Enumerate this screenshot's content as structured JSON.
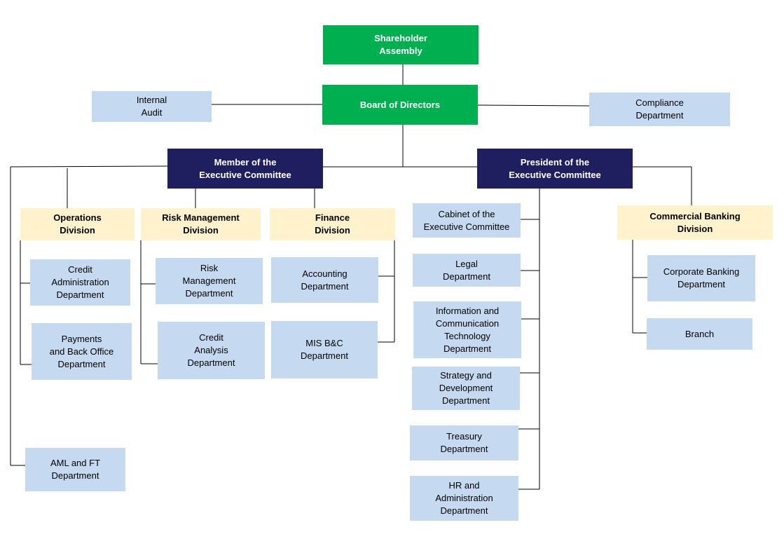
{
  "nodes": {
    "shareholder_assembly": "Shareholder\nAssembly",
    "board_of_directors": "Board of Directors",
    "internal_audit": "Internal\nAudit",
    "compliance_department": "Compliance\nDepartment",
    "member_exec_committee": "Member of the\nExecutive Committee",
    "president_exec_committee": "President of the\nExecutive Committee",
    "operations_division": "Operations\nDivision",
    "risk_management_division": "Risk Management\nDivision",
    "finance_division": "Finance\nDivision",
    "commercial_banking_division": "Commercial Banking\nDivision",
    "credit_administration": "Credit\nAdministration\nDepartment",
    "payments_back_office": "Payments\nand Back Office\nDepartment",
    "risk_management_dept": "Risk\nManagement\nDepartment",
    "credit_analysis": "Credit\nAnalysis\nDepartment",
    "accounting_dept": "Accounting\nDepartment",
    "mis_bc_dept": "MIS B&C\nDepartment",
    "aml_ft_dept": "AML and FT\nDepartment",
    "cabinet_exec_committee": "Cabinet of the\nExecutive Committee",
    "legal_dept": "Legal\nDepartment",
    "ict_dept": "Information and\nCommunication\nTechnology\nDepartment",
    "strategy_dev_dept": "Strategy and\nDevelopment\nDepartment",
    "treasury_dept": "Treasury\nDepartment",
    "hr_admin_dept": "HR and\nAdministration\nDepartment",
    "corporate_banking_dept": "Corporate Banking\nDepartment",
    "branch": "Branch"
  },
  "colors": {
    "top_level": "#00b050",
    "executive": "#1f1f5f",
    "division": "#fff2cc",
    "department": "#c5d9f0",
    "connector": "#000000"
  }
}
